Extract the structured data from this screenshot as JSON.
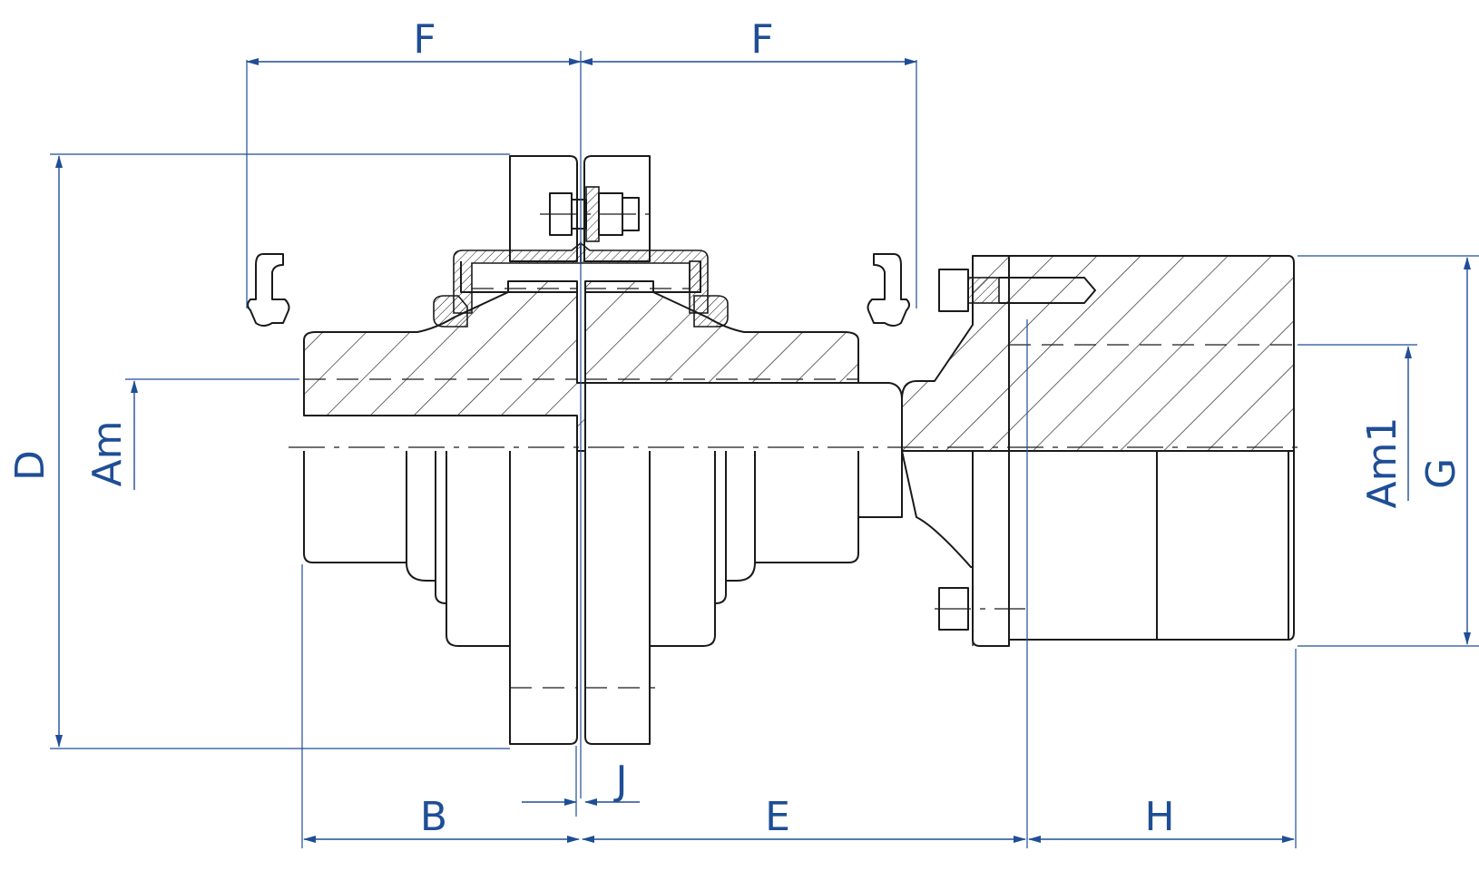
{
  "colors": {
    "dimension": "#1f4e96",
    "outline": "#1a1a1a",
    "background": "#ffffff"
  },
  "labels": {
    "f_left": "F",
    "f_right": "F",
    "d": "D",
    "am": "Am",
    "am1": "Am1",
    "g": "G",
    "b": "B",
    "j": "J",
    "e": "E",
    "h": "H"
  }
}
